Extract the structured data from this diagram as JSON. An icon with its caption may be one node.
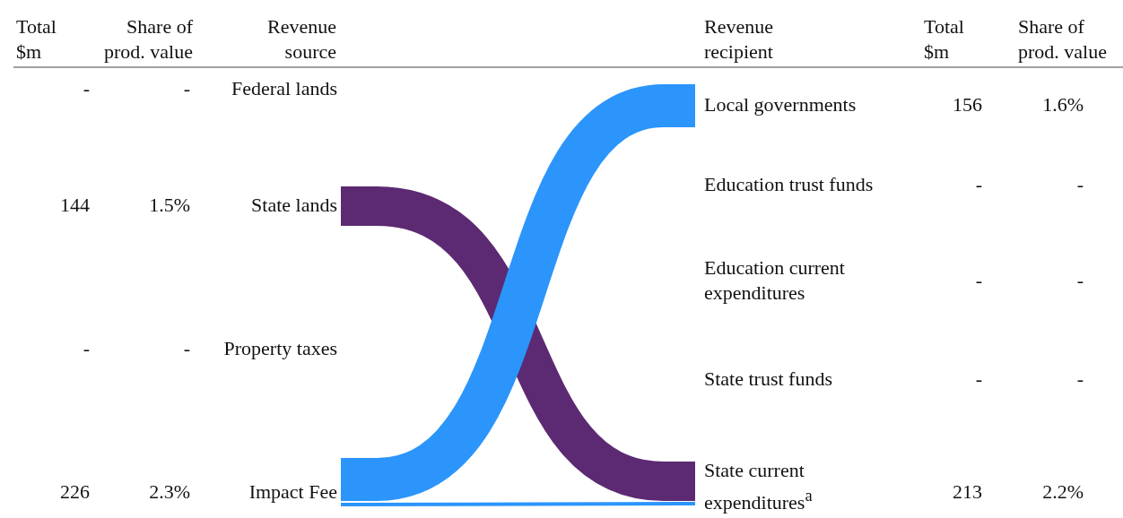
{
  "diagram": {
    "nodes": [
      {
        "text": [
          "Federal lands"
        ]
      },
      {
        "text": [
          "State lands"
        ]
      },
      {
        "text": [
          "Property taxes"
        ]
      },
      {
        "text": [
          "Impact Fee"
        ]
      },
      {
        "text": [
          "Local governments"
        ]
      },
      {
        "text": [
          "Education trust funds"
        ]
      },
      {
        "text": [
          "Education current expenditures"
        ]
      },
      {
        "text": [
          "State trust funds"
        ]
      },
      {
        "text": [
          "State current expenditures$^{a}$"
        ]
      }
    ],
    "edges": [
      {
        "from": 1,
        "to": 8,
        "arrow": "none",
        "color": "#5c2a72"
      },
      {
        "from": 3,
        "to": 4,
        "arrow": "none"
      },
      {
        "from": 3,
        "to": 8,
        "arrow": "none"
      }
    ],
    "labels": [
      "Total $m",
      "Share of prod. value",
      "Revenue source",
      "Revenue recipient",
      "Total $m",
      "Share of prod. value",
      "-",
      "-",
      "156",
      "1.6%",
      "-",
      "-",
      "144",
      "1.5%",
      "-",
      "-",
      "-",
      "-",
      "-",
      "-",
      "226",
      "2.3%",
      "213",
      "2.2%"
    ]
  }
}
